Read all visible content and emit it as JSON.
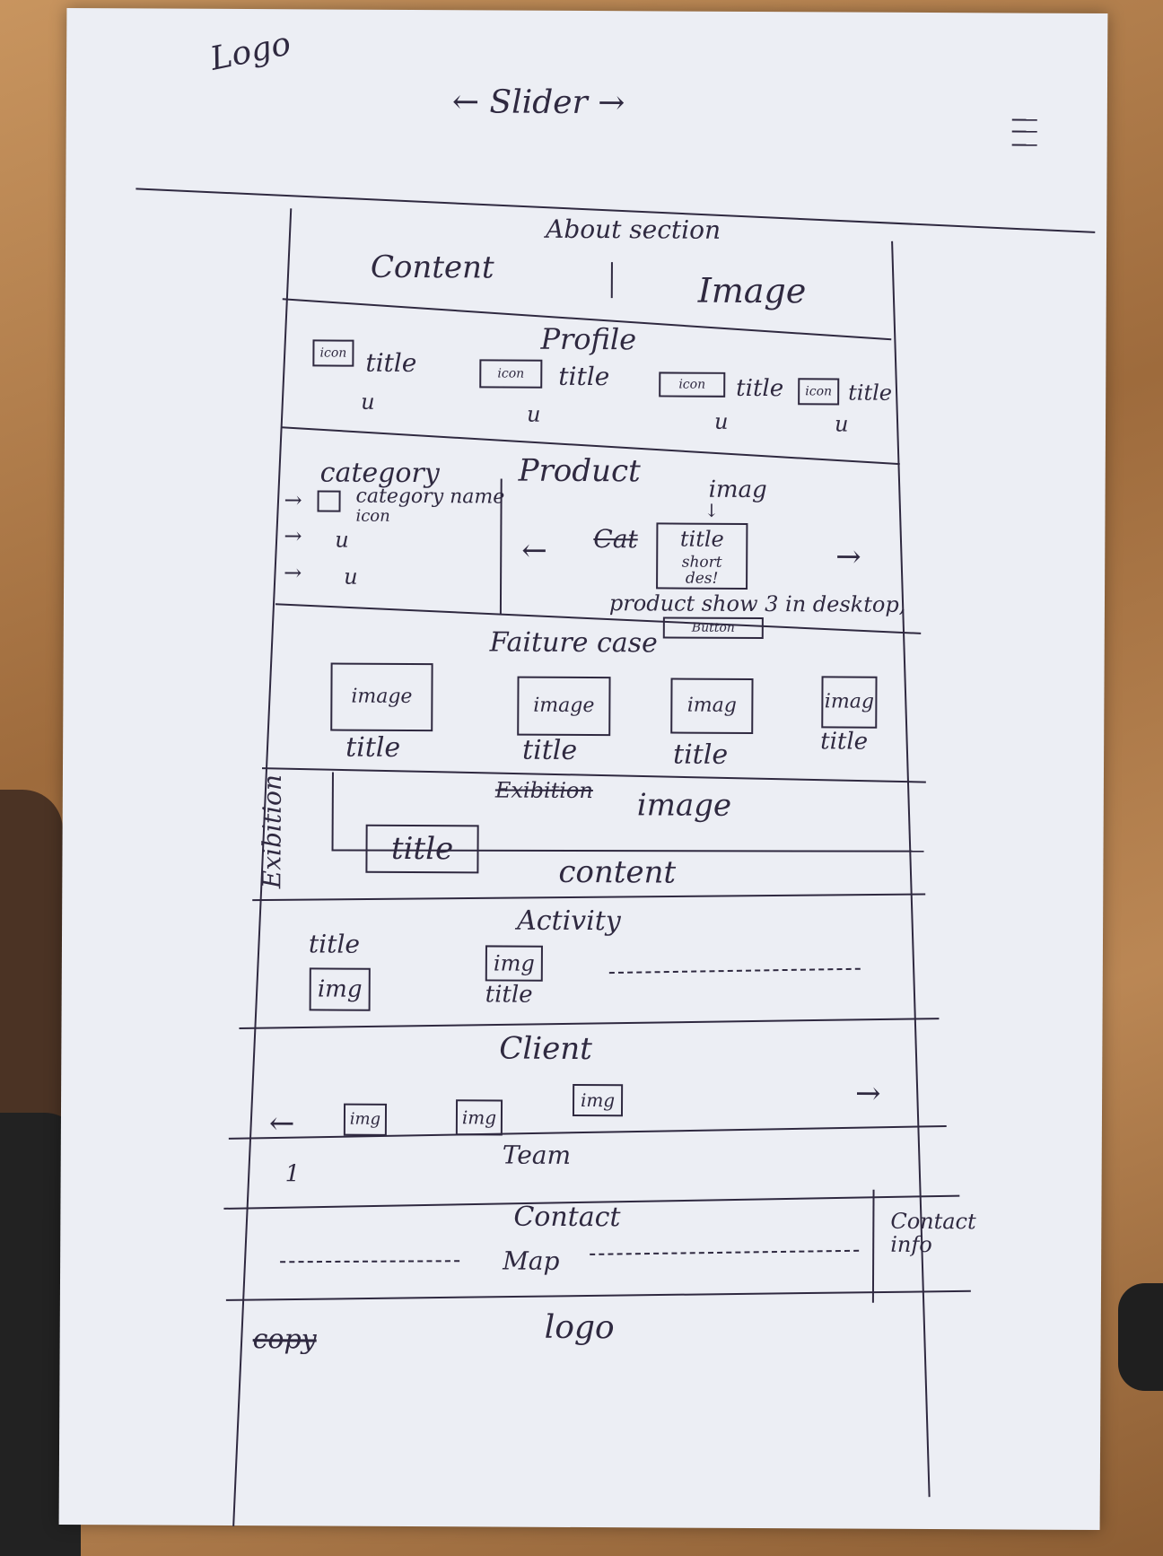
{
  "header": {
    "logo": "Logo",
    "slider": "← Slider →"
  },
  "about": {
    "title": "About section",
    "content": "Content",
    "image": "Image"
  },
  "profile": {
    "title": "Profile",
    "items": [
      {
        "icon": "icon",
        "title": "title",
        "repeat": "u"
      },
      {
        "icon": "icon",
        "title": "title",
        "repeat": "u"
      },
      {
        "icon": "icon",
        "title": "title",
        "repeat": "u"
      },
      {
        "icon": "icon",
        "title": "title",
        "repeat": "u"
      }
    ]
  },
  "category": {
    "title": "category",
    "icon_label": "icon",
    "name_label": "category name",
    "repeats": [
      "u",
      "u"
    ]
  },
  "product": {
    "title": "Product",
    "image_label": "imag",
    "card_title": "title",
    "card_desc": "short des!",
    "cat_label": "Cat",
    "note": "product show 3 in desktop,",
    "button": "Button"
  },
  "feature": {
    "title": "Faiture case",
    "items": [
      {
        "image": "image",
        "title": "title"
      },
      {
        "image": "image",
        "title": "title"
      },
      {
        "image": "imag",
        "title": "title"
      },
      {
        "image": "imag",
        "title": "title"
      }
    ]
  },
  "exhibition": {
    "side_label": "Exibition",
    "struck": "Exibition",
    "image": "image",
    "title": "title",
    "content": "content"
  },
  "activity": {
    "title": "Activity",
    "items": [
      {
        "title": "title",
        "image": "img"
      },
      {
        "title": "title",
        "image": "img"
      }
    ]
  },
  "client": {
    "title": "Client",
    "images": [
      "img",
      "img",
      "img"
    ]
  },
  "team": {
    "title": "Team",
    "mark": "1"
  },
  "contact": {
    "title": "Contact",
    "map": "Map",
    "info": "Contact info"
  },
  "footer": {
    "copy": "copy",
    "logo": "logo"
  }
}
